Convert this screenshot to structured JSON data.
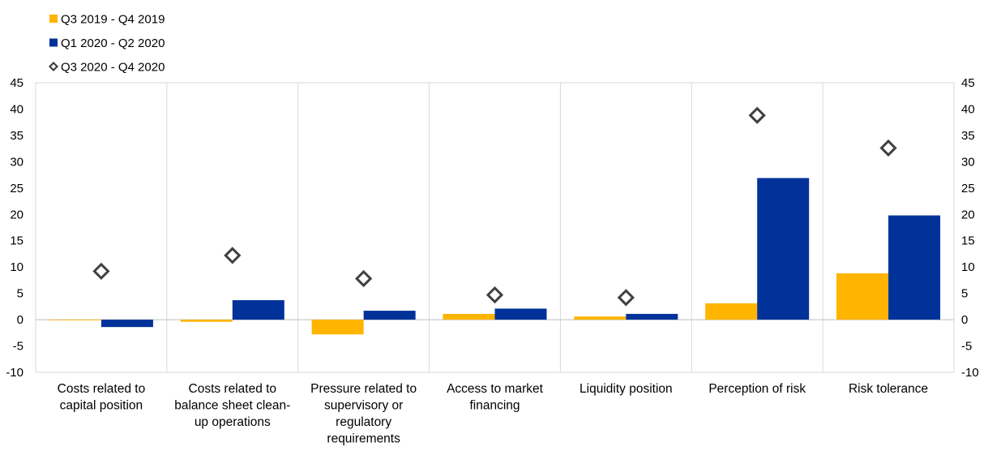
{
  "chart_data": {
    "type": "bar",
    "legend": [
      {
        "label": "Q3 2019 - Q4 2019",
        "color": "#FFB400",
        "marker": "square"
      },
      {
        "label": "Q1 2020 - Q2 2020",
        "color": "#003299",
        "marker": "square"
      },
      {
        "label": "Q3 2020 - Q4 2020",
        "color": "#404040",
        "marker": "diamond-outline"
      }
    ],
    "legend_position": "top-left",
    "categories": [
      [
        "Costs related to",
        "capital position"
      ],
      [
        "Costs related to",
        "balance sheet clean-",
        "up operations"
      ],
      [
        "Pressure related to",
        "supervisory or",
        "regulatory",
        "requirements"
      ],
      [
        "Access to market",
        "financing"
      ],
      [
        "Liquidity position"
      ],
      [
        "Perception of risk"
      ],
      [
        "Risk tolerance"
      ]
    ],
    "series": [
      {
        "name": "Q3 2019 - Q4 2019",
        "type": "bar",
        "color": "#FFB400",
        "values": [
          -0.1,
          -0.4,
          -2.8,
          1.1,
          0.6,
          3.1,
          8.8
        ]
      },
      {
        "name": "Q1 2020 - Q2 2020",
        "type": "bar",
        "color": "#003299",
        "values": [
          -1.4,
          3.7,
          1.7,
          2.1,
          1.1,
          26.9,
          19.8
        ]
      },
      {
        "name": "Q3 2020 - Q4 2020",
        "type": "marker",
        "color": "#404040",
        "values": [
          9.2,
          12.2,
          7.8,
          4.7,
          4.2,
          38.8,
          32.6
        ]
      }
    ],
    "ylim": [
      -10,
      45
    ],
    "yticks": [
      -10,
      -5,
      0,
      5,
      10,
      15,
      20,
      25,
      30,
      35,
      40,
      45
    ],
    "secondary_y_axis": true,
    "grid": "vertical category separators",
    "title": "",
    "xlabel": "",
    "ylabel": ""
  }
}
